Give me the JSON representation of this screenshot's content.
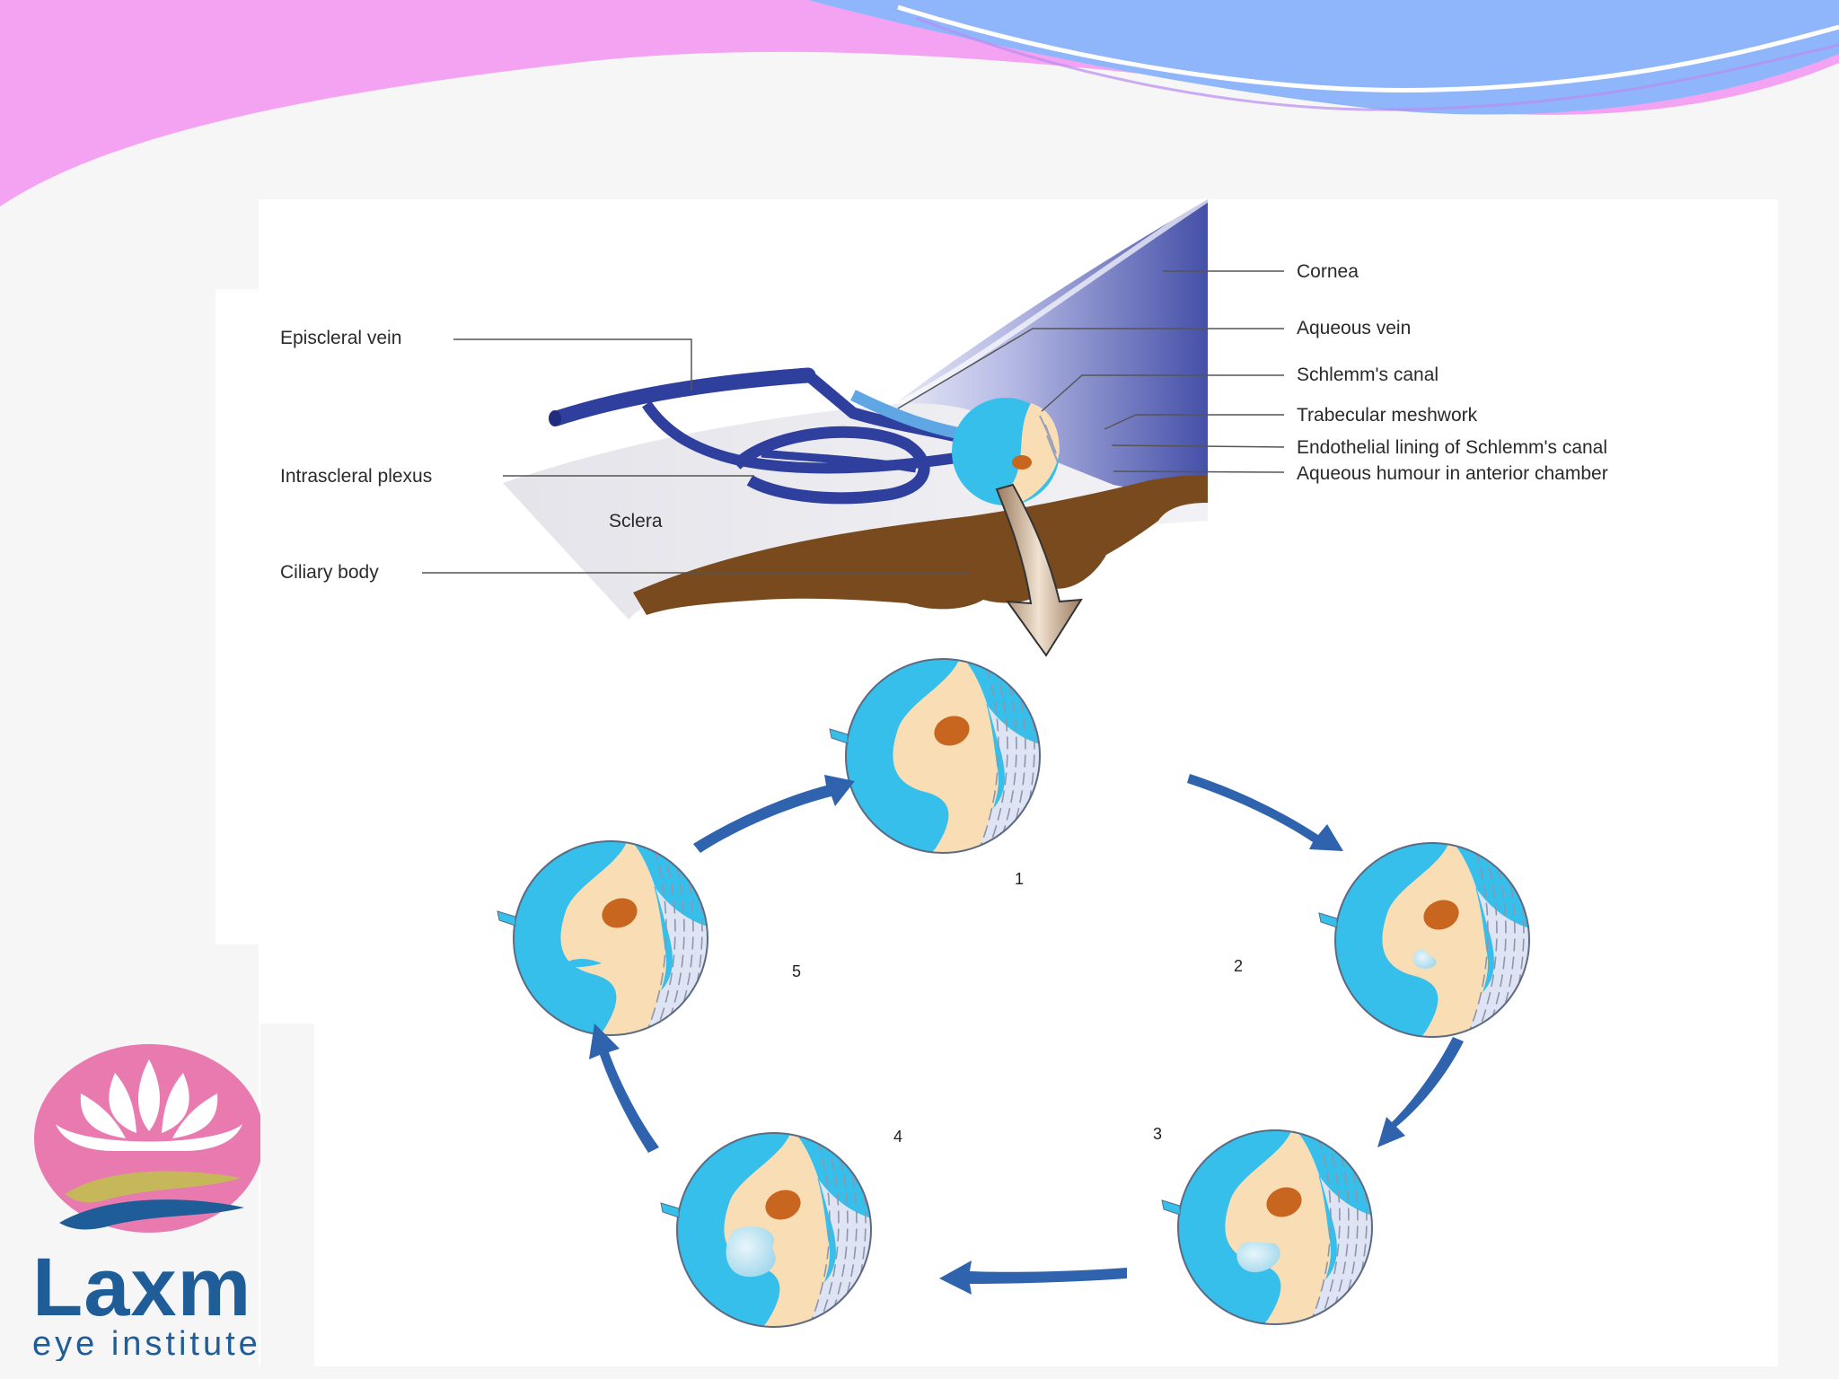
{
  "labels": {
    "episcleral_vein": "Episcleral vein",
    "intrascleral_plexus": "Intrascleral plexus",
    "sclera": "Sclera",
    "ciliary_body": "Ciliary body",
    "cornea": "Cornea",
    "aqueous_vein": "Aqueous vein",
    "schlemms_canal": "Schlemm's canal",
    "trabecular_meshwork": "Trabecular meshwork",
    "endothelial_lining": "Endothelial lining of Schlemm's canal",
    "aqueous_humour": "Aqueous humour in anterior chamber"
  },
  "stages": [
    "1",
    "2",
    "3",
    "4",
    "5"
  ],
  "logo": {
    "name": "Laxm",
    "subtitle": "eye institute"
  },
  "colors": {
    "header_pink": "#f4a3f2",
    "header_blue": "#8fb6fb",
    "canal_blue": "#36bfea",
    "tissue_beige": "#f8ddb5",
    "nucleus_brown": "#c8651e",
    "meshwork_lavender": "#dfe4f4",
    "ciliary_brown": "#7a4a1f",
    "vein_blue": "#2f3f9e",
    "cycle_arrow": "#2f63ad",
    "logo_pink": "#e87ab0",
    "logo_olive": "#c6b85a",
    "logo_blue": "#1f5d99"
  }
}
